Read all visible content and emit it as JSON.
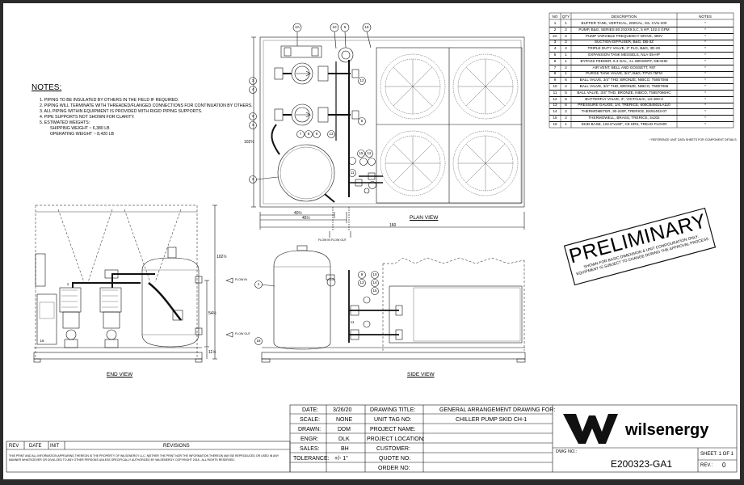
{
  "notes": {
    "title": "NOTES:",
    "items": [
      "1.  PIPING TO BE INSULATED BY OTHERS IN THE FIELD IF REQUIRED.",
      "2.  PIPING WILL TERMINATE WITH THREADED/FLANGED CONNECTIONS FOR CONTINUATION BY OTHERS.",
      "3.  ALL PIPING WITHIN EQUIPMENT IS PROVIDED WITH RIGID PIPING SUPPORTS.",
      "4.  PIPE SUPPORTS NOT SHOWN FOR CLARITY.",
      "5.  ESTIMATED WEIGHTS:",
      "SHIPPING WEIGHT  ~  6,380 LB",
      "OPERATING WEIGHT  ~  8,420 LB"
    ]
  },
  "bom": {
    "headers": [
      "NO",
      "QTY",
      "DESCRIPTION",
      "NOTES"
    ],
    "rows": [
      [
        "1",
        "1",
        "BUFFER TANK, VERTICAL, 200GAL, SS, CVU-200",
        "*"
      ],
      [
        "2",
        "2",
        "PUMP, B&G, SERIES 80 2X2X9.5,C, 5 HP, 102.4 GPM",
        "*"
      ],
      [
        "2A",
        "2",
        "PUMP VARIABLE FREQUENCY DRIVE, 480V",
        "*"
      ],
      [
        "3",
        "2",
        "SUCTION DIFFUSER, B&G, DB-3Z",
        "*"
      ],
      [
        "4",
        "2",
        "TRIPLE DUTY VALVE, 3\" FLG, B&G, 3D-2S",
        "*"
      ],
      [
        "5",
        "1",
        "EXPANSION TANK MESSELS, NLA-35-HP",
        "*"
      ],
      [
        "6",
        "1",
        "BYPASS FEEDER, 6.3 GAL, J.L WINGERT, DB-5HD",
        "*"
      ],
      [
        "7",
        "2",
        "AIR VENT, BELL AND GOSSETT, #87",
        "*"
      ],
      [
        "8",
        "1",
        "PURGE TANK VALVE, 3/4\", B&G, TPV0.75FM",
        "*"
      ],
      [
        "9",
        "6",
        "BALL VALVE, 3/4\" THD, BRONZE, NIBCO, T5857066",
        "*"
      ],
      [
        "10",
        "2",
        "BALL VALVE, 3/4\" THD, BRONZE, NIBCO, T5857066",
        "*"
      ],
      [
        "11",
        "5",
        "BALL VALVE, 3/4\" THD, BRONZE, NIBCO, T5857066HC",
        "*"
      ],
      [
        "12",
        "6",
        "BUTTERFLY VALVE, 3\", VICTAULIC, LD-300-3",
        "*"
      ],
      [
        "13",
        "6",
        "PRESSURE GAUGE, 1/4, TRERICE, 600CB4502LA110",
        "*"
      ],
      [
        "14",
        "2",
        "THERMOMETER, 30-240F, TRERICE, BX91403-07",
        "*"
      ],
      [
        "15",
        "2",
        "THERMOWELL, BRASS, TRERICE, 34J02",
        "*"
      ],
      [
        "16",
        "1",
        "SKID BASE, 102.5\"x160\", C8 HRS, TREAD FLOOR",
        "*"
      ]
    ],
    "footnote": "* REFERENCE UNIT DATA SHEETS FOR COMPONENT DETAILS"
  },
  "views": {
    "plan": "PLAN VIEW",
    "end": "END VIEW",
    "side": "SIDE VIEW"
  },
  "dims": {
    "plan_height": "102½",
    "plan_width": "160",
    "plan_d1": "40½",
    "plan_d2": "45½",
    "end_height": "102½",
    "end_d1": "54½",
    "end_d2": "11½"
  },
  "flow": {
    "flow_in": "FLOW IN",
    "flow_out": "FLOW OUT",
    "flow_in_out": "FLOW IN  FLOW OUT"
  },
  "callouts": {
    "plan": [
      "2A",
      "10",
      "6",
      "16",
      "3",
      "4",
      "12",
      "3",
      "4",
      "5",
      "7",
      "8",
      "9",
      "13",
      "15",
      "12",
      "1",
      "11"
    ],
    "end": [
      "1",
      "16"
    ],
    "side": [
      "1",
      "9",
      "10",
      "14",
      "13",
      "15",
      "11",
      "16"
    ]
  },
  "stamp": {
    "word": "PRELIMINARY",
    "line1": "SHOWN FOR BASIC DIMENSION & UNIT CONFIGURATION ONLY.",
    "line2": "EQUIPMENT IS SUBJECT TO CHANGE DURING THE APPROVAL PROCESS"
  },
  "revisions": {
    "headers": [
      "REV",
      "DATE",
      "INIT",
      "REVISIONS"
    ]
  },
  "disclaimer": "THIS PRINT AND ALL INFORMATION APPEARING THEREON IS THE PROPERTY OF WILSENERGY LLC.  NEITHER THE PRINT NOR THE INFORMATION THEREON MAY BE REPRODUCED OR USED IN ANY MANNER WHATSOEVER OR DIVULGED TO ANY OTHER PERSONS UNLESS SPECIFICALLY AUTHORIZED BY WILSENERGY.  COPYRIGHT 2018 - ALL RIGHTS RESERVED.",
  "title_block": {
    "date_label": "DATE:",
    "date": "3/26/20",
    "scale_label": "SCALE:",
    "scale": "NONE",
    "drawn_label": "DRAWN:",
    "drawn": "DDM",
    "engr_label": "ENGR:",
    "engr": "DLK",
    "sales_label": "SALES:",
    "sales": "BH",
    "tol_label": "TOLERANCE:",
    "tol": "+/-  1\"",
    "drawing_title_label": "DRAWING TITLE:",
    "drawing_title": "GENERAL ARRANGEMENT DRAWING FOR:",
    "unit_tag_label": "UNIT TAG NO:",
    "unit_tag": "CHILLER PUMP SKID CH-1",
    "project_name_label": "PROJECT NAME:",
    "project_location_label": "PROJECT LOCATION:",
    "customer_label": "CUSTOMER:",
    "quote_label": "QUOTE NO:",
    "order_label": "ORDER NO:",
    "company": "wilsenergy",
    "dwg_label": "DWG NO.:",
    "dwg_no": "E200323-GA1",
    "sheet": "SHEET: 1 OF 1",
    "rev_label": "REV.:",
    "rev": "0"
  }
}
